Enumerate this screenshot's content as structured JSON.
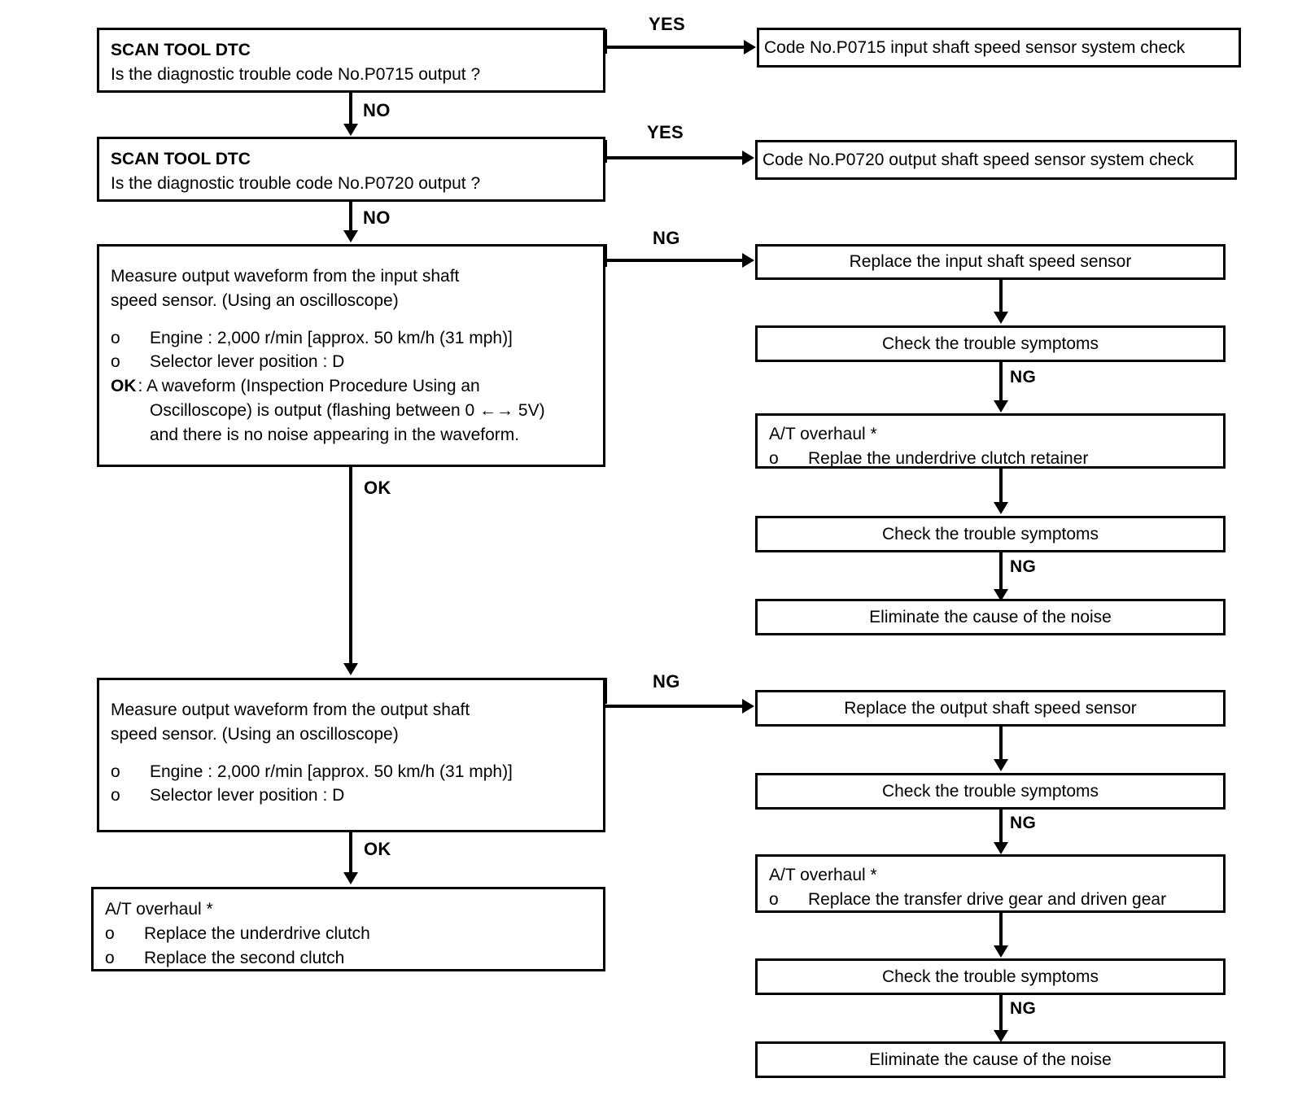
{
  "diagram": {
    "title": "Input / Output shaft speed sensor diagnostic flowchart",
    "type": "flowchart"
  },
  "nodes": {
    "scan_dtc_0715": {
      "heading": "SCAN TOOL DTC",
      "question": "Is the diagnostic trouble code No.P0715 output ?"
    },
    "scan_dtc_0720": {
      "heading": "SCAN TOOL DTC",
      "question": "Is the diagnostic trouble code No.P0720 output ?"
    },
    "code_0715_check": "Code No.P0715 input shaft speed sensor system check",
    "code_0720_check": "Code No.P0720 output shaft speed sensor system check",
    "measure_input": {
      "line1": "Measure output waveform from the input shaft",
      "line2": "speed sensor. (Using an oscilloscope)",
      "bullet1_mark": "o",
      "bullet1_text": "Engine : 2,000 r/min [approx. 50 km/h (31 mph)]",
      "bullet2_mark": "o",
      "bullet2_text": "Selector lever position : D",
      "bullet3_mark": "OK",
      "bullet3_text": ": A waveform  (Inspection Procedure Using an",
      "bullet3_cont1": "Oscilloscope) is output (flashing between 0 ←→    5V)",
      "bullet3_cont2": "and there is no noise appearing in the waveform."
    },
    "measure_output": {
      "line1": "Measure output waveform from the output shaft",
      "line2": "speed sensor. (Using an oscilloscope)",
      "bullet1_mark": "o",
      "bullet1_text": "Engine : 2,000 r/min [approx. 50 km/h (31 mph)]",
      "bullet2_mark": "o",
      "bullet2_text": "Selector lever position : D"
    },
    "at_overhaul_left": {
      "heading": "A/T overhaul *",
      "bullet1_mark": "o",
      "bullet1_text": "Replace the underdrive clutch",
      "bullet2_mark": "o",
      "bullet2_text": "Replace the second clutch"
    },
    "replace_input_sensor": "Replace the input shaft speed sensor",
    "check_symptoms_r1": "Check the trouble symptoms",
    "at_overhaul_r1": {
      "heading": "A/T overhaul *",
      "bullet1_mark": "o",
      "bullet1_text": "Replae the underdrive clutch retainer"
    },
    "check_symptoms_r2": "Check the trouble symptoms",
    "eliminate_noise_r1": "Eliminate the cause of the noise",
    "replace_output_sensor": "Replace the output shaft speed sensor",
    "check_symptoms_r3": "Check the trouble symptoms",
    "at_overhaul_r2": {
      "heading": "A/T overhaul *",
      "bullet1_mark": "o",
      "bullet1_text": "Replace the transfer drive gear and driven gear"
    },
    "check_symptoms_r4": "Check the trouble symptoms",
    "eliminate_noise_r2": "Eliminate the cause of the noise"
  },
  "edges": {
    "yes_1": "YES",
    "no_1": "NO",
    "yes_2": "YES",
    "no_2": "NO",
    "ng_1": "NG",
    "ok_1": "OK",
    "ng_r1": "NG",
    "ng_r2": "NG",
    "ng_2": "NG",
    "ok_2": "OK",
    "ng_r3": "NG",
    "ng_r4": "NG"
  },
  "colors": {
    "ink": "#000000",
    "paper": "#ffffff"
  }
}
